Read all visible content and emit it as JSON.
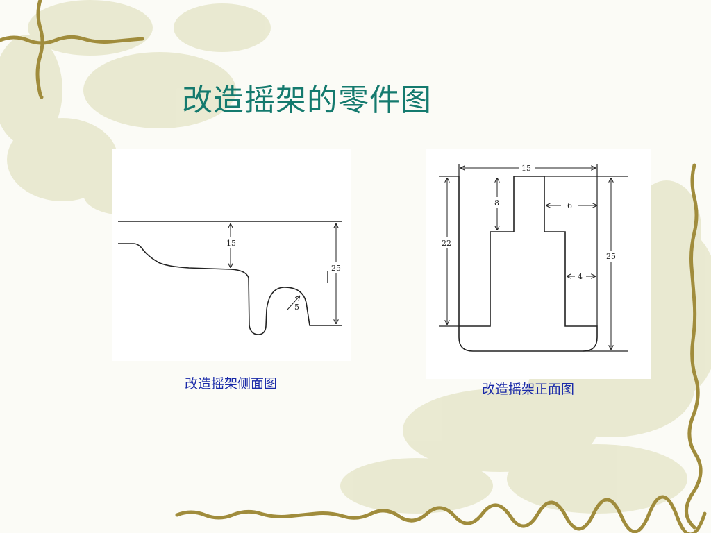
{
  "slide": {
    "title": "改造摇架的零件图"
  },
  "side_view": {
    "caption": "改造摇架侧面图",
    "dims": {
      "height_top": "15",
      "total_height": "25",
      "radius": "5"
    }
  },
  "front_view": {
    "caption": "改造摇架正面图",
    "dims": {
      "width": "15",
      "slot_depth": "8",
      "slot_width": "6",
      "body_height": "22",
      "total_height": "25",
      "leg_width": "4"
    }
  },
  "colors": {
    "title": "#147a6e",
    "caption": "#1a2aa8",
    "vine": "#9e8a3a",
    "leaf": "#d9d8b0"
  }
}
